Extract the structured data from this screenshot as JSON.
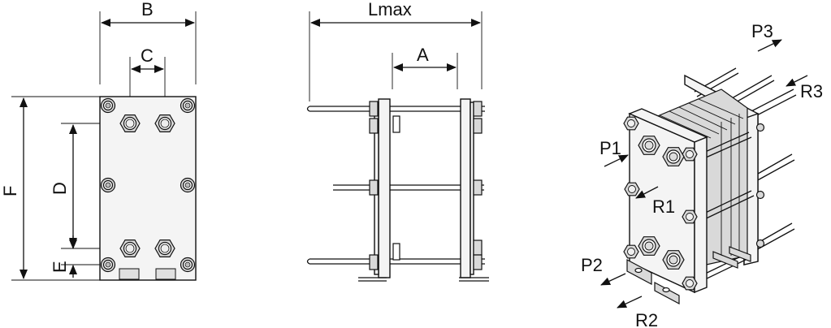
{
  "front_view": {
    "labels": {
      "B": "B",
      "C": "C",
      "D": "D",
      "E": "E",
      "F": "F"
    }
  },
  "side_view": {
    "labels": {
      "Lmax": "Lmax",
      "A": "A"
    }
  },
  "iso_view": {
    "ports": {
      "P1": "P1",
      "P2": "P2",
      "P3": "P3",
      "R1": "R1",
      "R2": "R2",
      "R3": "R3"
    }
  }
}
